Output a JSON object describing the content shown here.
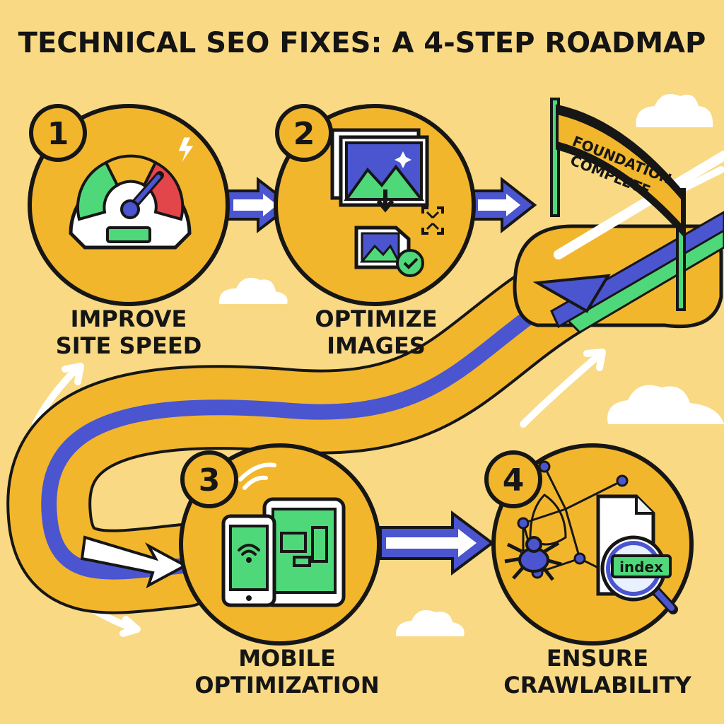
{
  "title": "TECHNICAL SEO FIXES: A 4-STEP ROADMAP",
  "colors": {
    "background": "#f9d984",
    "circle": "#f2b62d",
    "outline": "#161616",
    "road_blue": "#4a55cf",
    "road_green": "#4fd87a",
    "gauge_red": "#e2454a",
    "cloud": "#ffffff"
  },
  "steps": [
    {
      "number": "1",
      "label": "IMPROVE\nSITE SPEED",
      "icon": "speedometer-icon"
    },
    {
      "number": "2",
      "label": "OPTIMIZE\nIMAGES",
      "icon": "image-compress-icon"
    },
    {
      "number": "3",
      "label": "MOBILE\nOPTIMIZATION",
      "icon": "devices-icon"
    },
    {
      "number": "4",
      "label": "ENSURE\nCRAWLABILITY",
      "icon": "spider-web-icon"
    }
  ],
  "banner": {
    "line1": "FOUNDATION",
    "line2": "COMPLETE"
  },
  "index_tag": "index"
}
